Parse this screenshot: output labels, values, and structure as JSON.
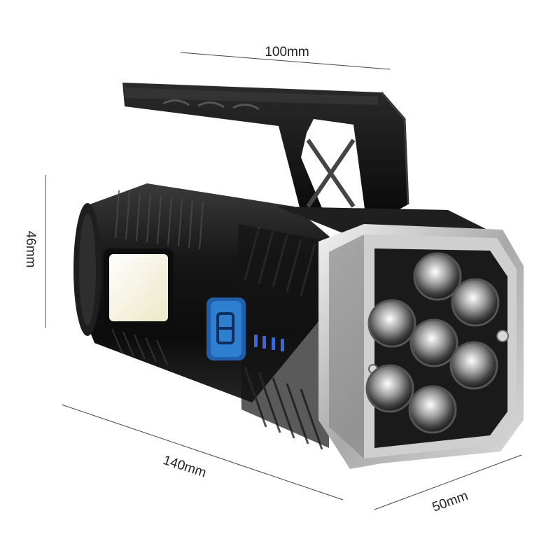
{
  "dimensions": {
    "top_width": "100mm",
    "height": "46mm",
    "length": "140mm",
    "head_width": "50mm"
  },
  "product": {
    "led_count": 7,
    "battery_level_bars": 4,
    "colors": {
      "body": "#1b1b1b",
      "metal": "#c9c9c9",
      "button": "#2f7fd1",
      "cob_panel": "#f6f3de",
      "battery_led": "#3a66e0"
    }
  }
}
